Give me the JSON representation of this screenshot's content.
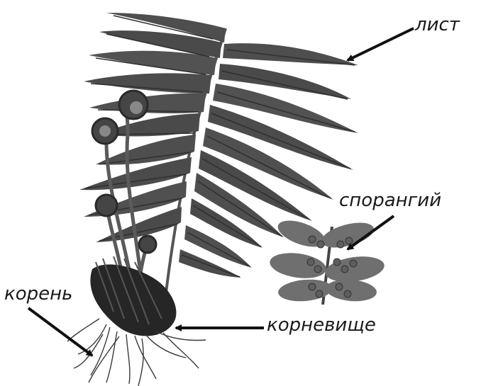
{
  "labels": {
    "leaf": "лист",
    "sporangium": "спорангий",
    "root": "корень",
    "rhizome": "корневище"
  },
  "colors": {
    "frond": "#4e4e4e",
    "frond_dark": "#2f2f2f",
    "stem": "#5a5a5a",
    "rhizome": "#262626",
    "roots": "#3a3a3a",
    "pinna": "#6f6f6f",
    "sorus": "#5e5e5e",
    "arrow": "#111111",
    "text": "#1a1a1a"
  }
}
